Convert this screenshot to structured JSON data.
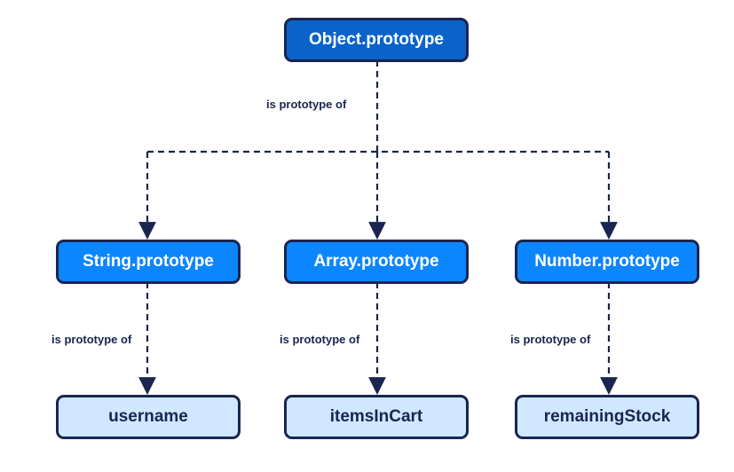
{
  "colors": {
    "line": "#1a2550",
    "root_fill": "#0a63c9",
    "middle_fill": "#0b86ff",
    "leaf_fill": "#cfe8ff"
  },
  "nodes": {
    "root": "Object.prototype",
    "string_proto": "String.prototype",
    "array_proto": "Array.prototype",
    "number_proto": "Number.prototype",
    "username": "username",
    "items_in_cart": "itemsInCart",
    "remaining_stock": "remainingStock"
  },
  "edge_label": "is prototype of"
}
